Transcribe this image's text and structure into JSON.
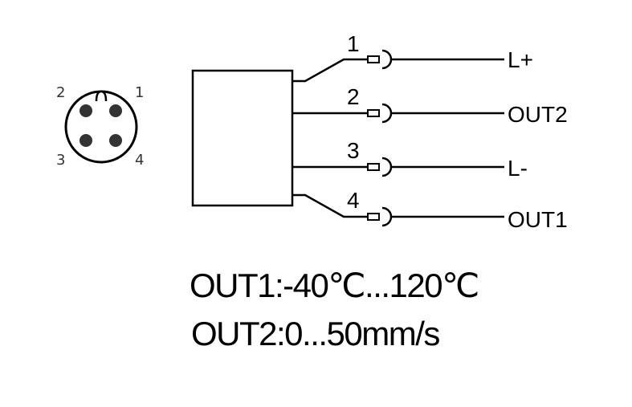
{
  "connector": {
    "pins": [
      {
        "label": "2"
      },
      {
        "label": "1"
      },
      {
        "label": "3"
      },
      {
        "label": "4"
      }
    ]
  },
  "wires": [
    {
      "number": "1",
      "label": "L+"
    },
    {
      "number": "2",
      "label": "OUT2"
    },
    {
      "number": "3",
      "label": "L-"
    },
    {
      "number": "4",
      "label": "OUT1"
    }
  ],
  "specs": {
    "out1": "OUT1:-40℃...120℃",
    "out2": "OUT2:0...50mm/s"
  },
  "colors": {
    "line": "#000000",
    "pin_fill": "#333333",
    "background": "#ffffff"
  }
}
